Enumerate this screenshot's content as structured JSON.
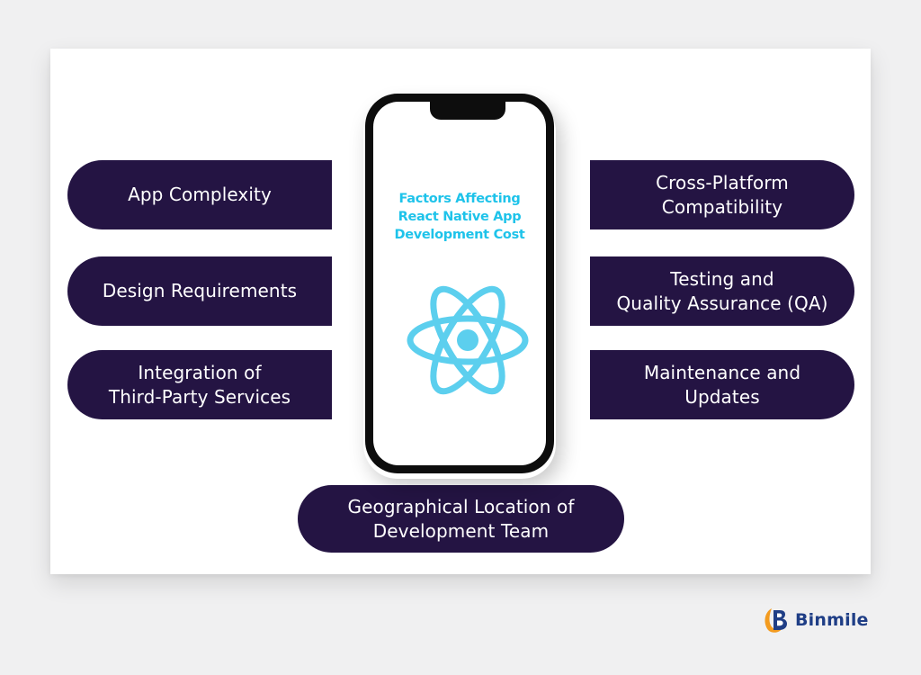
{
  "phone": {
    "title_lines": [
      "Factors Affecting",
      "React Native App",
      "Development Cost"
    ]
  },
  "factors": {
    "left": [
      {
        "lines": [
          "App Complexity"
        ]
      },
      {
        "lines": [
          "Design Requirements"
        ]
      },
      {
        "lines": [
          "Integration of",
          "Third-Party Services"
        ]
      }
    ],
    "right": [
      {
        "lines": [
          "Cross-Platform",
          "Compatibility"
        ]
      },
      {
        "lines": [
          "Testing and",
          "Quality Assurance (QA)"
        ]
      },
      {
        "lines": [
          "Maintenance and",
          "Updates"
        ]
      }
    ],
    "bottom": {
      "lines": [
        "Geographical Location of",
        "Development Team"
      ]
    }
  },
  "brand": {
    "name": "Binmile",
    "icon": "binmile-logo-icon"
  },
  "colors": {
    "pill": "#241443",
    "title": "#1ec3ea",
    "react": "#5ccfee",
    "brand": "#1f3e86"
  }
}
